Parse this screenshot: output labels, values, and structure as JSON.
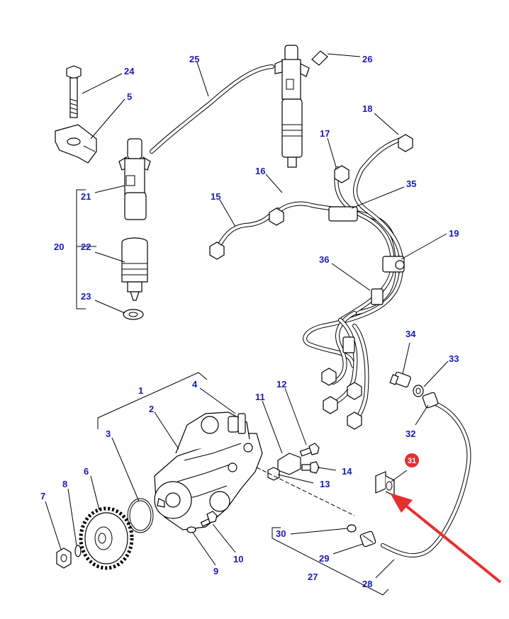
{
  "label_color": "#1a1ab4",
  "highlight_color": "#e53030",
  "callouts": [
    {
      "id": "c24",
      "text": "24"
    },
    {
      "id": "c5",
      "text": "5"
    },
    {
      "id": "c25",
      "text": "25"
    },
    {
      "id": "c26",
      "text": "26"
    },
    {
      "id": "c18",
      "text": "18"
    },
    {
      "id": "c17",
      "text": "17"
    },
    {
      "id": "c16",
      "text": "16"
    },
    {
      "id": "c35",
      "text": "35"
    },
    {
      "id": "c15",
      "text": "15"
    },
    {
      "id": "c19",
      "text": "19"
    },
    {
      "id": "c21",
      "text": "21"
    },
    {
      "id": "c20",
      "text": "20"
    },
    {
      "id": "c22",
      "text": "22"
    },
    {
      "id": "c23",
      "text": "23"
    },
    {
      "id": "c36",
      "text": "36"
    },
    {
      "id": "c34",
      "text": "34"
    },
    {
      "id": "c33",
      "text": "33"
    },
    {
      "id": "c32",
      "text": "32"
    },
    {
      "id": "c1",
      "text": "1"
    },
    {
      "id": "c4",
      "text": "4"
    },
    {
      "id": "c2",
      "text": "2"
    },
    {
      "id": "c3",
      "text": "3"
    },
    {
      "id": "c11",
      "text": "11"
    },
    {
      "id": "c12",
      "text": "12"
    },
    {
      "id": "c14",
      "text": "14"
    },
    {
      "id": "c13",
      "text": "13"
    },
    {
      "id": "c6",
      "text": "6"
    },
    {
      "id": "c7",
      "text": "7"
    },
    {
      "id": "c8",
      "text": "8"
    },
    {
      "id": "c9",
      "text": "9"
    },
    {
      "id": "c10",
      "text": "10"
    },
    {
      "id": "c30",
      "text": "30"
    },
    {
      "id": "c29",
      "text": "29"
    },
    {
      "id": "c27",
      "text": "27"
    },
    {
      "id": "c28",
      "text": "28"
    }
  ],
  "highlighted_part": {
    "text": "31",
    "icon": "pipe-clamp-icon",
    "pointer": "red-arrow-icon"
  }
}
